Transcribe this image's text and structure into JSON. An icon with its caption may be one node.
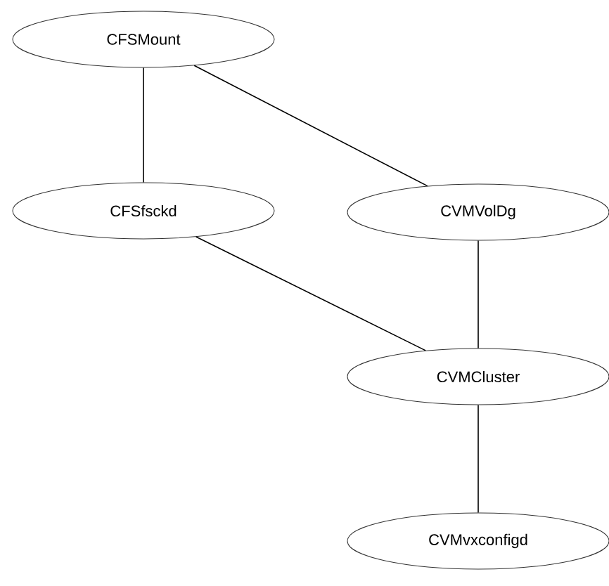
{
  "diagram": {
    "nodes": [
      {
        "text": [
          "CFSMount"
        ]
      },
      {
        "text": [
          "CFSfsckd"
        ]
      },
      {
        "text": [
          "CVMVolDg"
        ]
      },
      {
        "text": [
          "CVMCluster"
        ]
      },
      {
        "text": [
          "CVMvxconfigd"
        ]
      }
    ],
    "edges": [
      {
        "from": 0,
        "to": 1,
        "arrow": "none"
      },
      {
        "from": 0,
        "to": 2,
        "arrow": "none"
      },
      {
        "from": 1,
        "to": 3,
        "arrow": "none"
      },
      {
        "from": 2,
        "to": 3,
        "arrow": "none"
      },
      {
        "from": 3,
        "to": 4,
        "arrow": "none"
      }
    ]
  }
}
